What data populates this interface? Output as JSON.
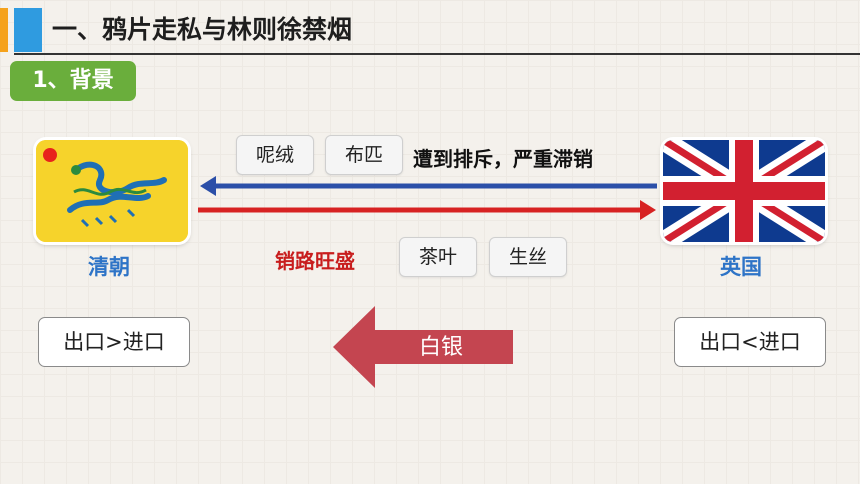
{
  "header": {
    "title": "一、鸦片走私与林则徐禁烟"
  },
  "section": {
    "label": "1、背景"
  },
  "countries": {
    "qing": "清朝",
    "britain": "英国"
  },
  "british_goods": [
    {
      "label": "呢绒"
    },
    {
      "label": "布匹"
    }
  ],
  "british_goods_status": "遭到排斥，严重滞销",
  "chinese_goods_status": "销路旺盛",
  "chinese_goods": [
    {
      "label": "茶叶"
    },
    {
      "label": "生丝"
    }
  ],
  "trade": {
    "qing": "出口>进口",
    "britain": "出口<进口"
  },
  "silver_flow": {
    "label": "白银"
  },
  "colors": {
    "import_arrow": "#2b4fa8",
    "export_arrow": "#d72222",
    "silver_arrow": "#c44550",
    "section_tag": "#6aae3c"
  },
  "icons": {
    "qing_flag": "dragon-flag-icon",
    "uk_flag": "union-jack-icon"
  }
}
